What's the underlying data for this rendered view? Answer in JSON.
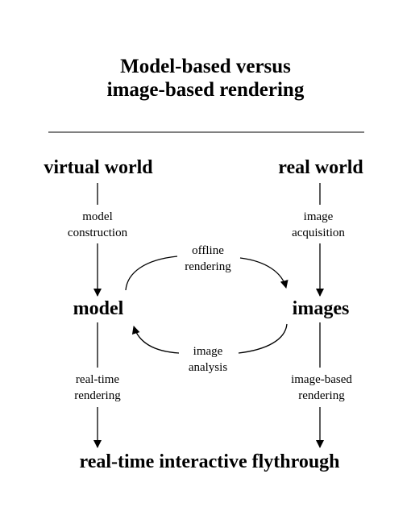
{
  "title": {
    "line1": "Model-based versus",
    "line2": "image-based rendering"
  },
  "nodes": {
    "virtual_world": "virtual world",
    "real_world": "real world",
    "model": "model",
    "images": "images",
    "flythrough": "real-time interactive flythrough"
  },
  "edges": {
    "model_construction": [
      "model",
      "construction"
    ],
    "image_acquisition": [
      "image",
      "acquisition"
    ],
    "offline_rendering": [
      "offline",
      "rendering"
    ],
    "image_analysis": [
      "image",
      "analysis"
    ],
    "realtime_rendering": [
      "real-time",
      "rendering"
    ],
    "image_based_rendering": [
      "image-based",
      "rendering"
    ]
  }
}
